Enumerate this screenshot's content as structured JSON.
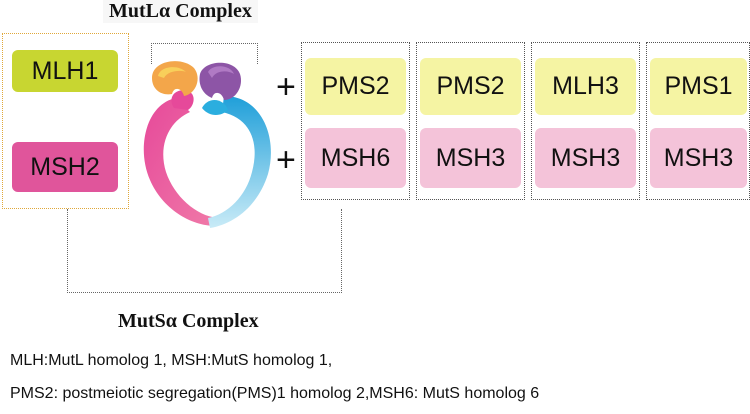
{
  "titles": {
    "mutl": "MutLα Complex",
    "muts": "MutSα Complex"
  },
  "left": {
    "mlh1": "MLH1",
    "msh2": "MSH2"
  },
  "plus": "+",
  "top_row": [
    "PMS2",
    "PMS2",
    "MLH3",
    "PMS1"
  ],
  "bottom_row": [
    "MSH6",
    "MSH3",
    "MSH3",
    "MSH3"
  ],
  "legend": {
    "line1": "MLH:MutL homolog 1, MSH:MutS homolog 1,",
    "line2": "PMS2: postmeiotic segregation(PMS)1 homolog 2,MSH6: MutS homolog 6"
  },
  "colors": {
    "mlh1": "#c8d631",
    "msh2": "#e0559b",
    "yellow_cells": "#f5f4a3",
    "pink_cells": "#f4c3d9",
    "orange_blob": "#f3a64a",
    "purple_blob": "#8d55a6",
    "blue_arc": "#2baedf"
  }
}
